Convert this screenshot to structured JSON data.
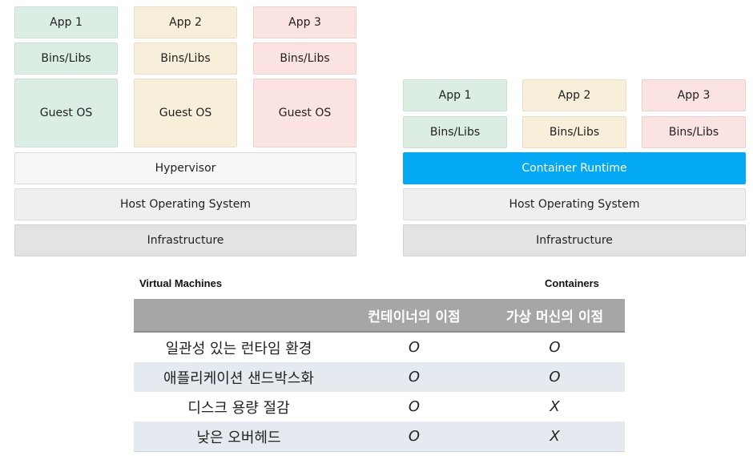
{
  "vm_stack": {
    "caption": "Virtual Machines",
    "apps": [
      {
        "app": "App 1",
        "libs": "Bins/Libs",
        "os": "Guest OS"
      },
      {
        "app": "App 2",
        "libs": "Bins/Libs",
        "os": "Guest OS"
      },
      {
        "app": "App 3",
        "libs": "Bins/Libs",
        "os": "Guest OS"
      }
    ],
    "hypervisor": "Hypervisor",
    "host_os": "Host Operating System",
    "infrastructure": "Infrastructure"
  },
  "container_stack": {
    "caption": "Containers",
    "apps": [
      {
        "app": "App 1",
        "libs": "Bins/Libs"
      },
      {
        "app": "App 2",
        "libs": "Bins/Libs"
      },
      {
        "app": "App 3",
        "libs": "Bins/Libs"
      }
    ],
    "runtime": "Container Runtime",
    "host_os": "Host Operating System",
    "infrastructure": "Infrastructure"
  },
  "comparison_table": {
    "headers": [
      "",
      "컨테이너의 이점",
      "가상 머신의 이점"
    ],
    "rows": [
      {
        "feature": "일관성 있는 런타임 환경",
        "container": "O",
        "vm": "O"
      },
      {
        "feature": "애플리케이션 샌드박스화",
        "container": "O",
        "vm": "O"
      },
      {
        "feature": "디스크 용량 절감",
        "container": "O",
        "vm": "X"
      },
      {
        "feature": "낮은 오버헤드",
        "container": "O",
        "vm": "X"
      }
    ]
  },
  "colors": {
    "app1": "#dceee4",
    "app2": "#f7efd9",
    "app3": "#fbe3e1",
    "runtime": "#03a9f4",
    "table_header": "#a6a6a6",
    "table_alt_row": "#e4eaef"
  }
}
